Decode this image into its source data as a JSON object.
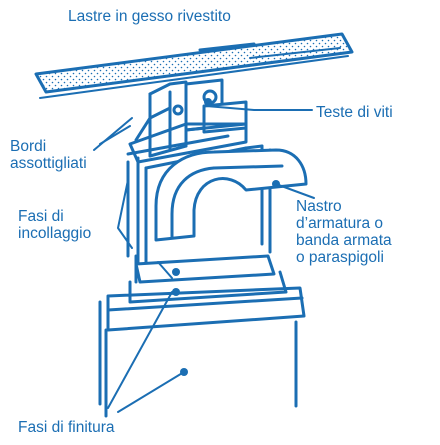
{
  "labels": {
    "top": "Lastre in gesso rivestito",
    "teste": "Teste di viti",
    "bordi": [
      "Bordi",
      "assottigliati"
    ],
    "fasi_incollaggio": [
      "Fasi di",
      "incollaggio"
    ],
    "nastro": [
      "Nastro",
      "d’armatura o",
      "banda armata",
      "o paraspigoli"
    ],
    "fasi_finitura": "Fasi di finitura"
  },
  "colors": {
    "ink": "#1b6eb3",
    "background": "#ffffff"
  }
}
